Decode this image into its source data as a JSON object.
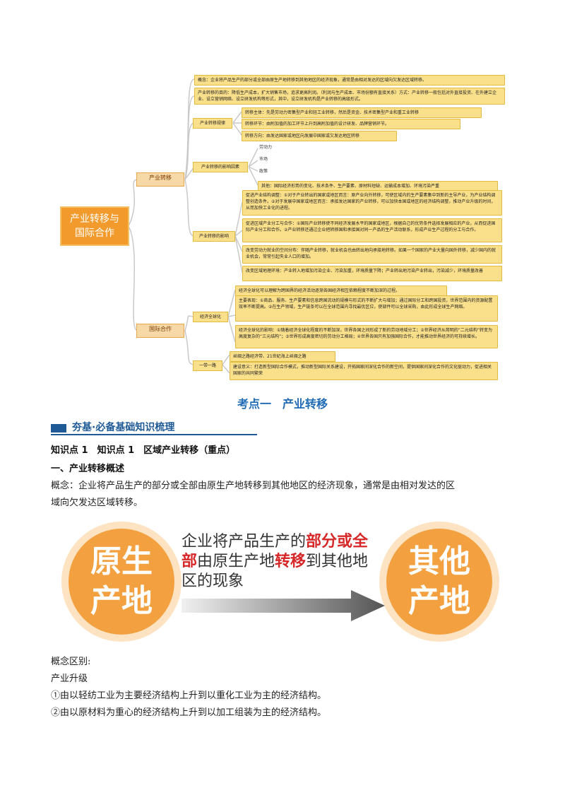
{
  "mindmap": {
    "root": "产业转移与\n国际合作",
    "branch1": "产业转移",
    "branch2": "国际合作",
    "sub_rule": "产业转移规律",
    "sub_factor": "产业转移的影响因素",
    "sub_effect": "产业转移的影响",
    "sub_global": "经济全球化",
    "sub_belt": "一带一路",
    "concept": "概念：企业将产品生产的部分或全部由原生产地转移到其他地区的经济现象，通常是由相对发达的区域向欠发达区域转移。",
    "purpose": "产业转移的目的：降低生产成本，扩大销售市场，追求更高利润。（利润与生产成本、市场份额有直接关系）方式：产业转移一般包括对外直接投资、在外建立企业、设立营销网络、设立研发机构等形式，其中，设立研发机构是产业转移的高级形式。",
    "rule1": "转移主体：先是劳动力密集型产业和轻工业转移，然后是资金、技术密集型产业和重工业转移",
    "rule2": "转移环节：由附加值的加工环节上升到高附加值的设计研发、品牌营销环节。",
    "rule3": "转移方向：由发达国家或地区向发展中国家或欠发达地区转移",
    "factor1": "劳动力",
    "factor2": "市场",
    "factor3": "政策",
    "factor4": "其他：国际经济形势的变化、技术条件、生产要素、原材料短缺、运输成本增加、环境污染严重",
    "effect1": "促进产业结构调整：①对于产业转出的国家或地区而言：原产业向外转移，可使区域内的生产要素集中到新的主导产业，为产业结构调整创造条件。②对于发展中国家或地区而言：承接发达国家的产业转移，可以加快本国或地区的经济结构调整，推动产业升级的时间，从而加快工业化的进程。",
    "effect2": "促进区域产业分工与合作：①国际产业转移使不同经济发展水平的国家或地区，根据自己的优势条件选择发展相应的产业，从而促进国际产业分工和合作。②产业转移还通过企业把转移国和承接国对同一产品的生产活动联系，形成产业生产过程的分工与合作。",
    "effect3": "改变劳动力就业的空间分布：伴随产业转移，就业机会也由转出地向承接地转移。如果一个国家的产业大量向国外转移，减少国内的就业机会，常常引起失业人口的增加。",
    "effect4": "改变区域地理环境：产业转入地增加污染企业、污染加重，环境质量下降；产业转出地污染产业转出，污染减少，环境质量改善",
    "global1": "经济全球化可以理解为跨国界的经济活动逐渐各国经济相互依赖程度不断加深的过程。",
    "global2": "主要表现：①商品、服务、生产要素和信息跨国流动的规模与形式的不断扩大与增加；通过国际分工和跨国投资，世界范围内的资源配置效率不断提高。②在生产领域，生产链条可以在全球范围内寻找最优区位，使部件可以全球采购，由此形成全球生产网络。",
    "global3": "经济全球化的影响：①随着经济全球化程度的不断加深，世界各国之间形成了新的劳动地域分工；②世界经济从简明的“二元结构”转变为高度复杂的“三元结构”；③世界形成高度密切的劳动分工格局；④世界各国只有加强国际合作，才能推动世界经济的可持续增长。",
    "belt1": "丝绸之路经济带、21世纪海上丝绸之路",
    "belt2": "建设意义：打造新型国际合作模式，推动新型国际关系建设，开拓国家间深化合作的新空间，提供国家间深化合作的文化驱动力，促进相关国家的共同繁荣"
  },
  "doc": {
    "section_title": "考点一　产业转移",
    "banner": "夯基·必备基础知识梳理",
    "kp_heading": "知识点 1　知识点 1　区域产业转移（重点）",
    "h1": "一、产业转移概述",
    "concept_line1": "概念：企业将产品生产的部分或全部由原生产地转移到其他地区的经济现象，通常是由相对发达的区",
    "concept_line2": "域向欠发达区域转移。",
    "illus_left": "原生产地",
    "illus_right": "其他产地",
    "illus_t1": "企业将产品生产的",
    "illus_t2": "部分或全",
    "illus_t3": "部",
    "illus_t4": "由原生产地",
    "illus_t5": "转移",
    "illus_t6": "到其他地",
    "illus_t7": "区的现象",
    "diff_label": "概念区别:",
    "upgrade_label": "产业升级",
    "item1": "①由以轻纺工业为主要经济结构上升到以重化工业为主的经济结构。",
    "item2": "②由以原材料为重心的经济结构上升到以加工组装为主的经济结构。"
  }
}
